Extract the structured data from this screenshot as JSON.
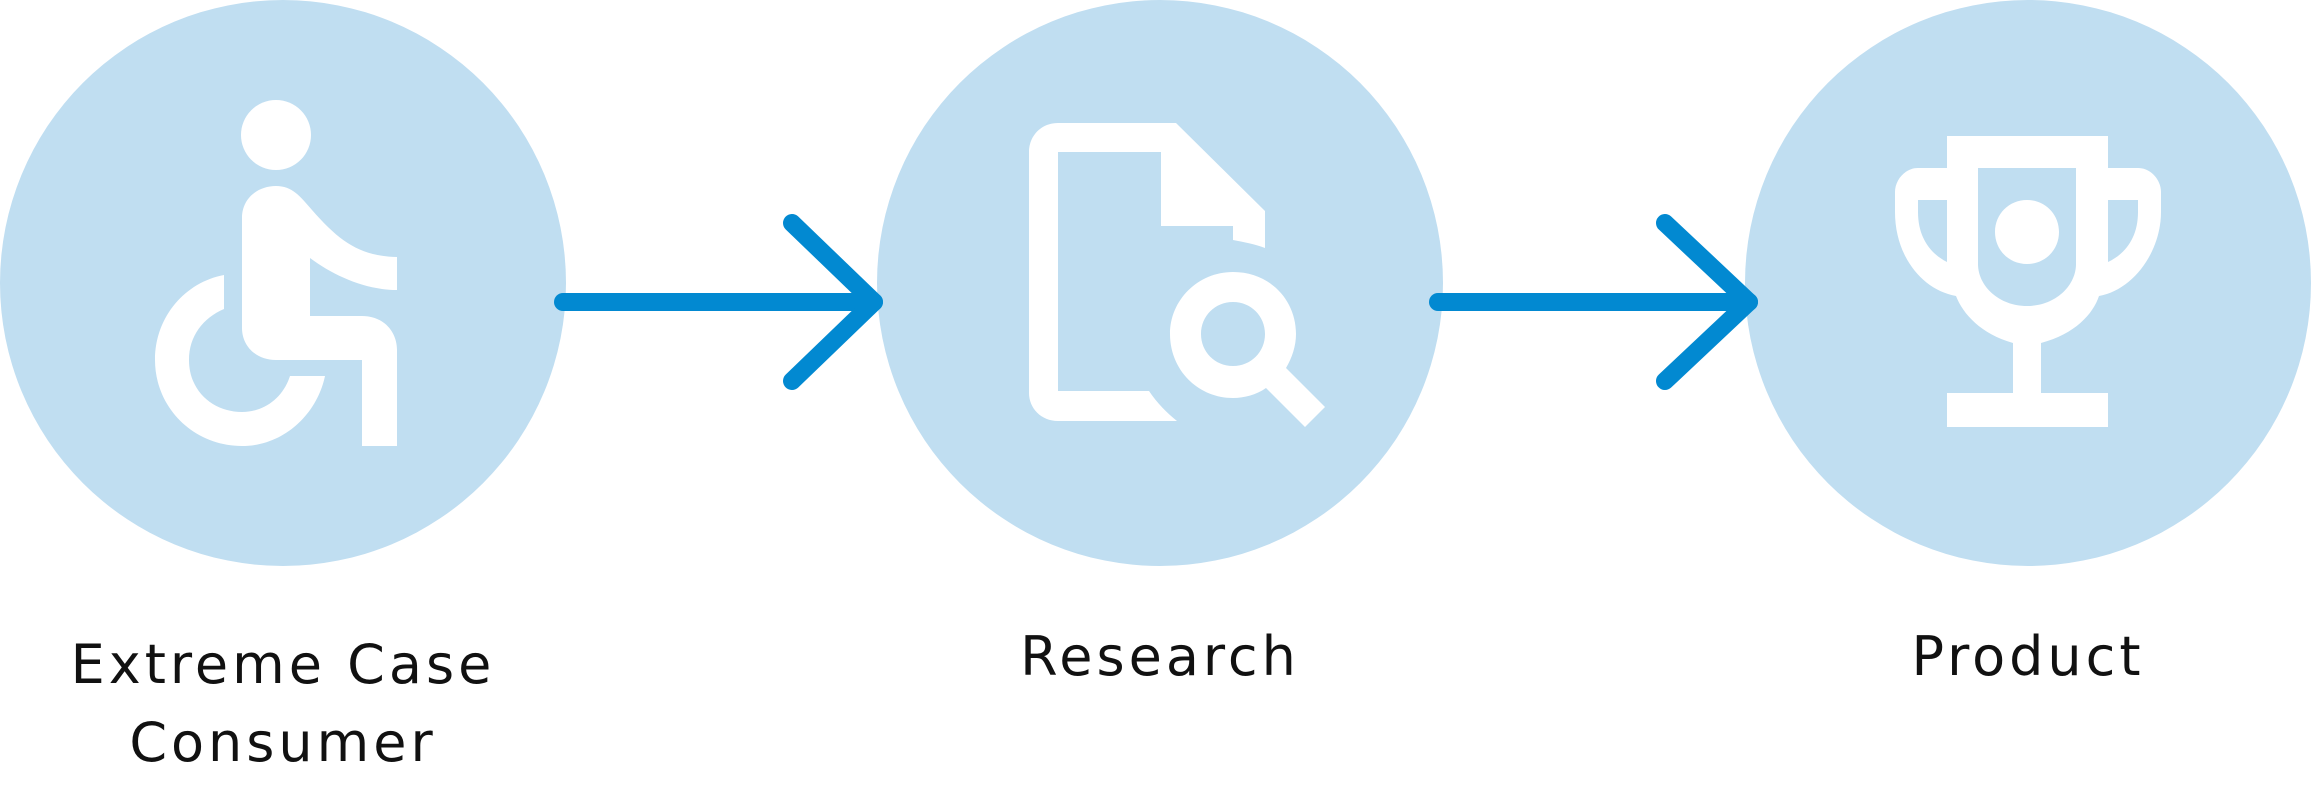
{
  "colors": {
    "circle_fill": "#c0def1",
    "icon_fill": "#ffffff",
    "arrow": "#0289d1",
    "label_text": "#111111"
  },
  "steps": [
    {
      "label_line1": "Extreme Case",
      "label_line2": "Consumer",
      "icon": "wheelchair-icon"
    },
    {
      "label": "Research",
      "icon": "document-search-icon"
    },
    {
      "label": "Product",
      "icon": "trophy-icon"
    }
  ]
}
